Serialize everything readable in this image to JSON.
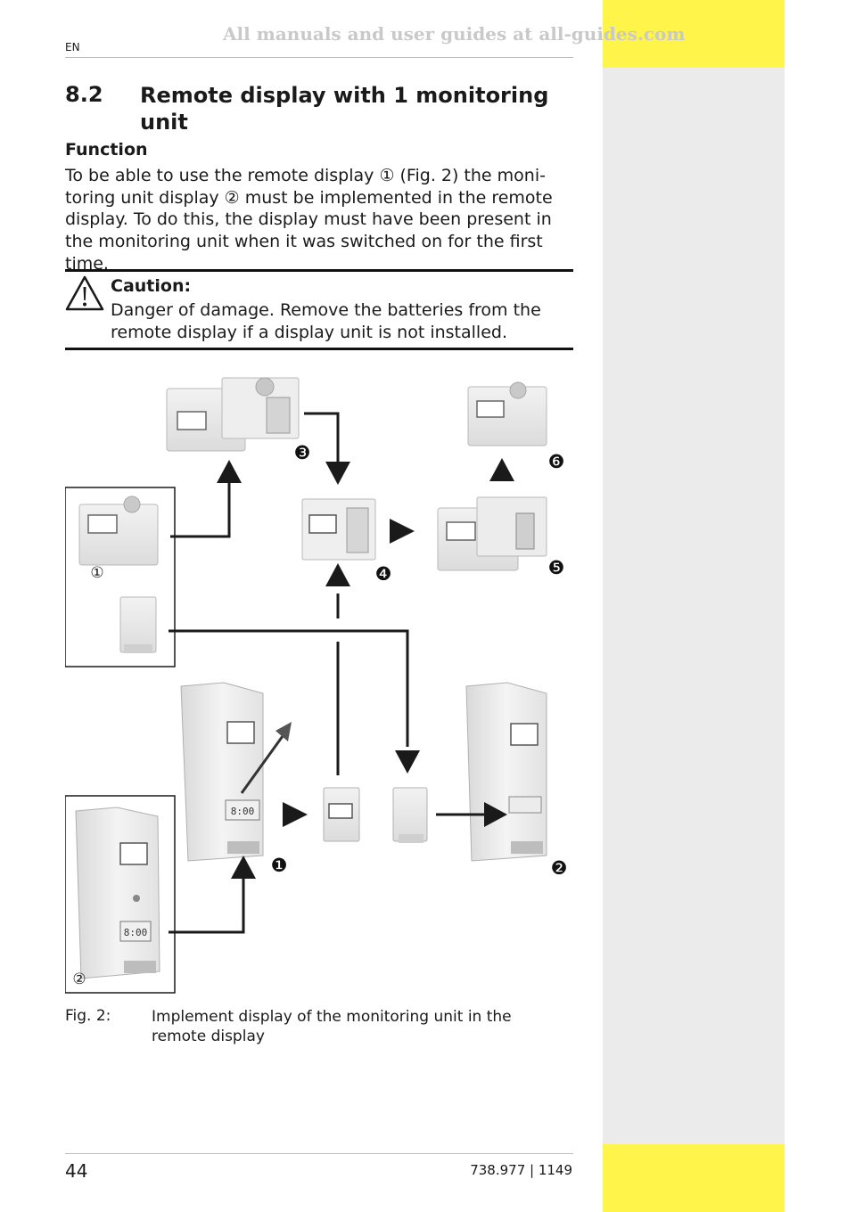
{
  "watermark": "All manuals and user guides at all-guides.com",
  "header": {
    "language": "EN"
  },
  "section": {
    "number": "8.2",
    "title": "Remote display with 1 monitoring unit"
  },
  "function": {
    "heading": "Function",
    "text": "To be able to use the remote display ① (Fig. 2) the moni-toring unit display ② must be implemented in the remote display. To do this, the display must have been present in the monitoring unit when it was switched on for the first time."
  },
  "caution": {
    "icon": "warning-triangle-icon",
    "title": "Caution:",
    "text": "Danger of damage. Remove the batteries from the remote display if a display unit is not installed."
  },
  "figure": {
    "component_labels": [
      "①",
      "②"
    ],
    "step_labels": [
      "❶",
      "❷",
      "❸",
      "❹",
      "❺",
      "❻"
    ],
    "lcd_text": "8:00"
  },
  "caption": {
    "label": "Fig. 2:",
    "text": "Implement display of the monitoring unit in the remote display"
  },
  "footer": {
    "page_number": "44",
    "doc_id": "738.977 | 1149"
  }
}
